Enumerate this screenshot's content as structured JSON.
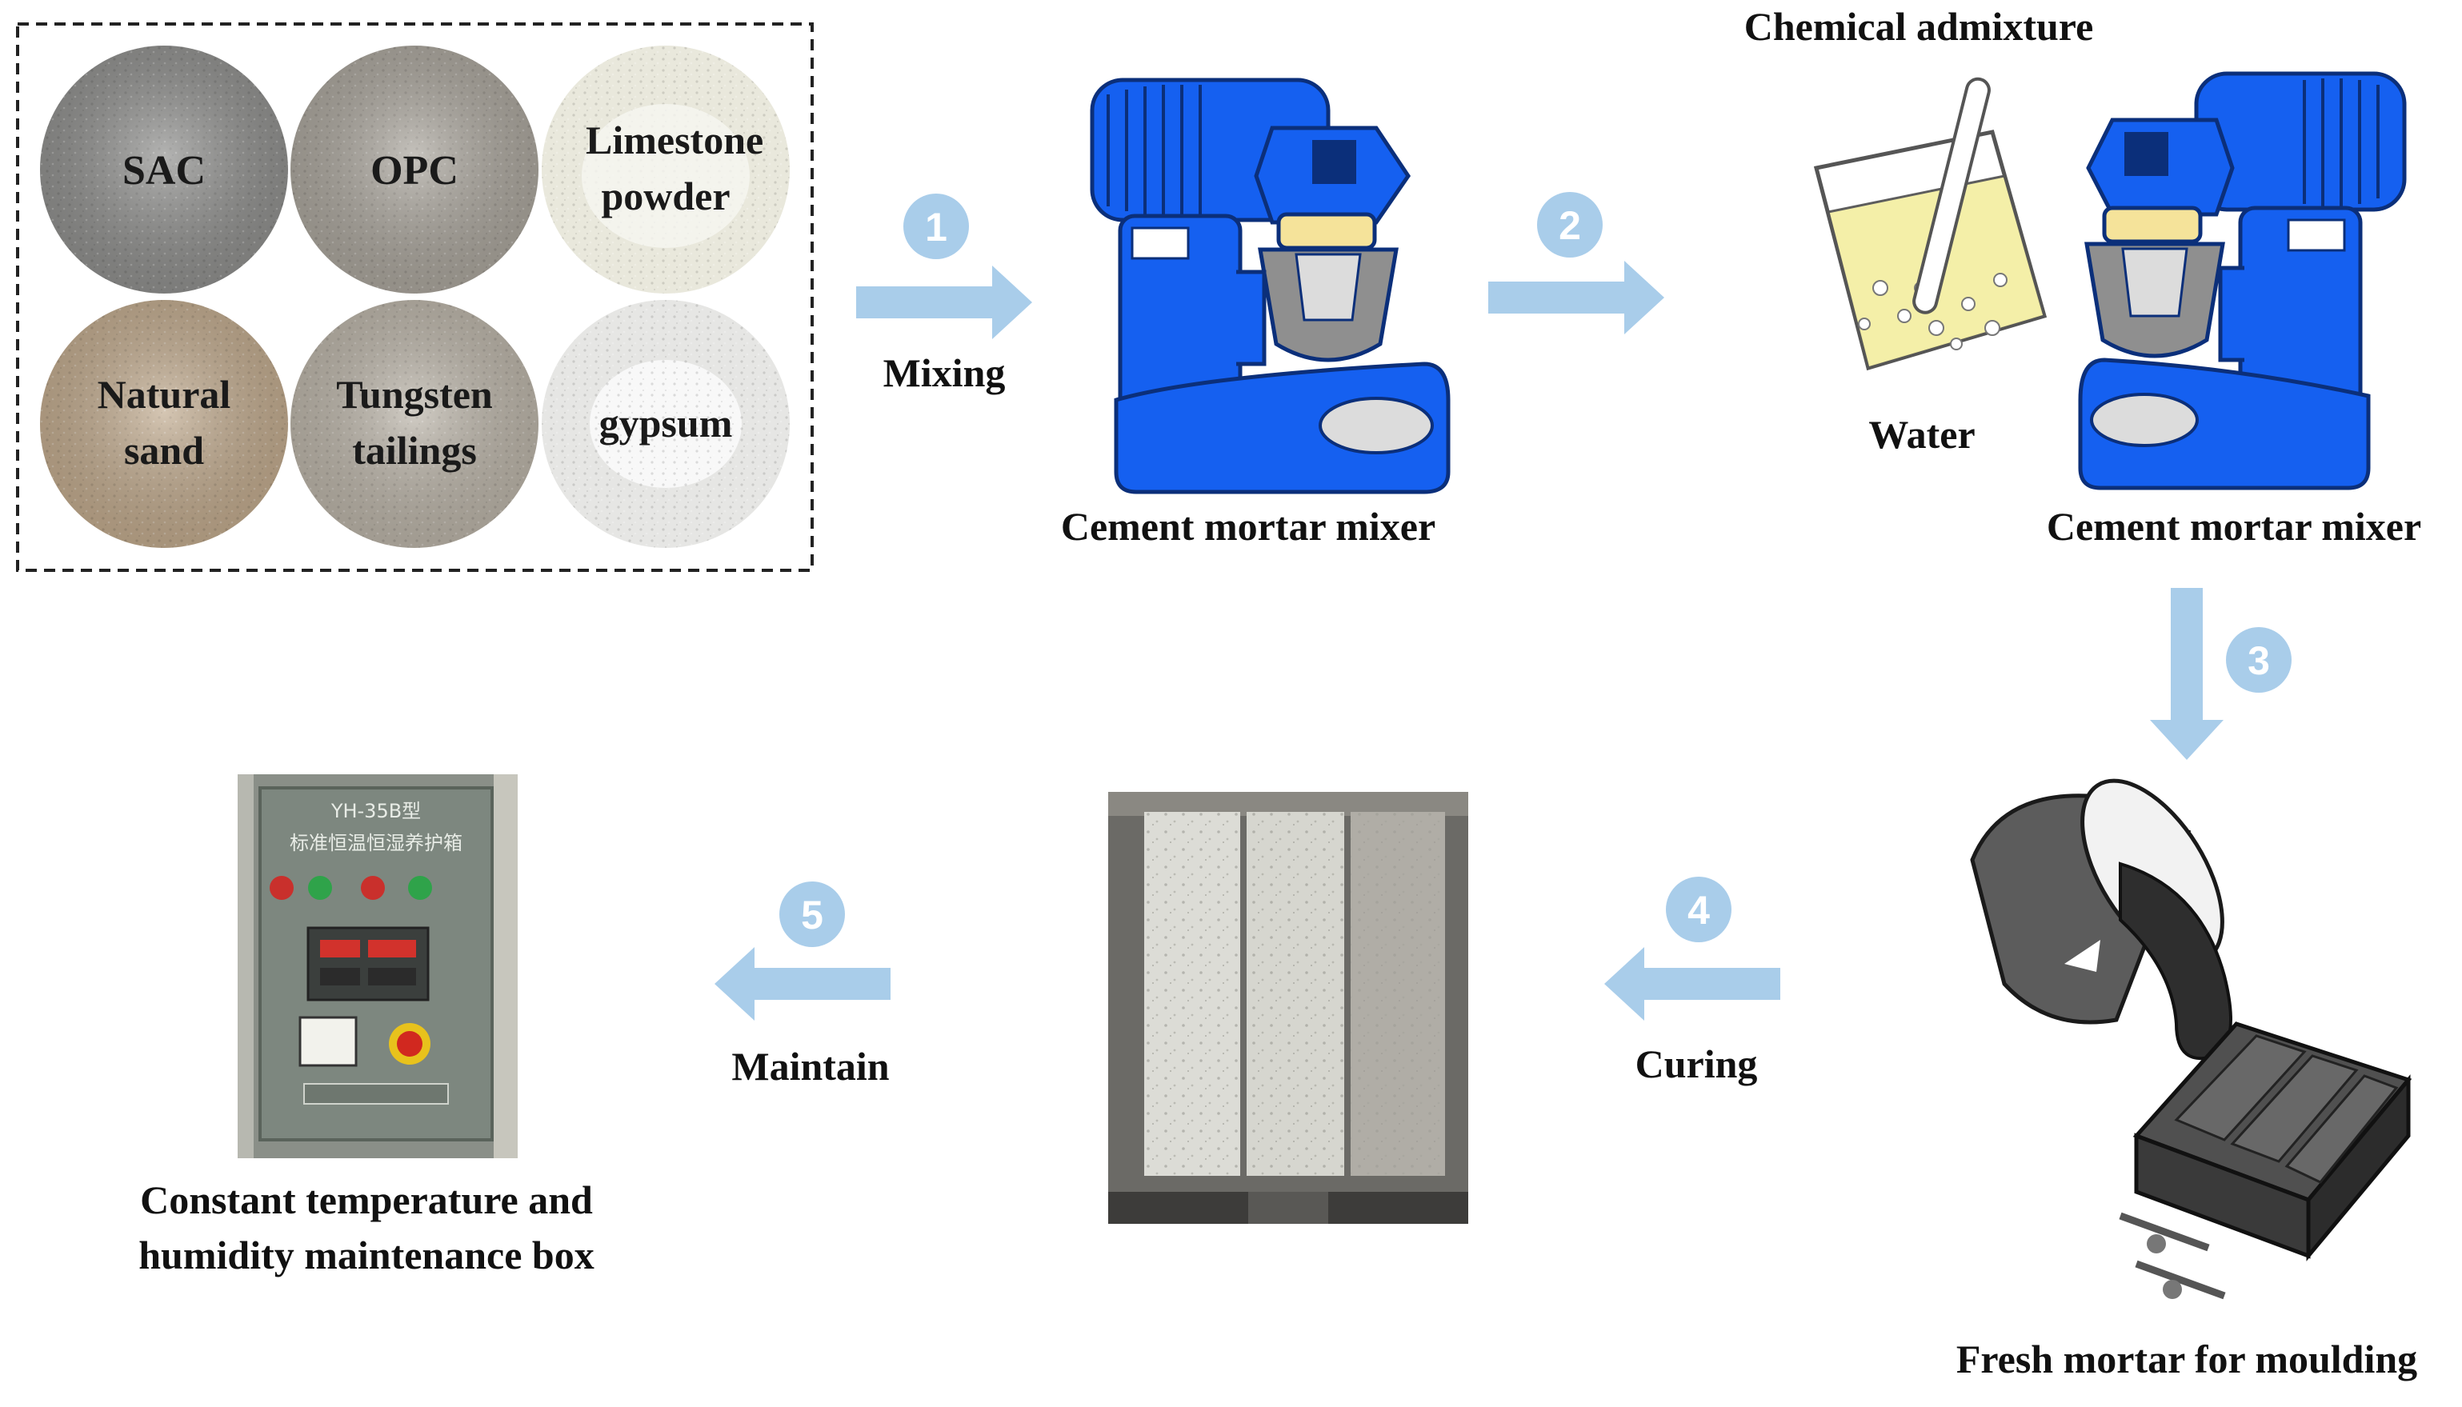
{
  "materials": [
    {
      "label": "SAC",
      "tone": "#8d8d8b"
    },
    {
      "label": "OPC",
      "tone": "#a8a39a"
    },
    {
      "label": "Limestone powder",
      "tone": "#e9e8dc"
    },
    {
      "label": "Natural sand",
      "tone": "#bfa88b"
    },
    {
      "label": "Tungsten tailings",
      "tone": "#b9b2a6"
    },
    {
      "label": "gypsum",
      "tone": "#e6e6e4"
    }
  ],
  "steps": [
    {
      "number": "1",
      "label": "Mixing"
    },
    {
      "number": "2",
      "label": ""
    },
    {
      "number": "3",
      "label": ""
    },
    {
      "number": "4",
      "label": "Curing"
    },
    {
      "number": "5",
      "label": "Maintain"
    }
  ],
  "labels": {
    "mixer_1": "Cement mortar mixer",
    "mixer_2": "Cement mortar mixer",
    "chemical_admixture": "Chemical admixture",
    "water": "Water",
    "fresh_mortar": "Fresh mortar for moulding",
    "box_line_1": "Constant temperature and",
    "box_line_2": "humidity maintenance box"
  },
  "curing_box_panel": {
    "model": "YH-35B型",
    "title": "标准恒温恒湿养护箱"
  },
  "colors": {
    "arrow": "#a9cdea",
    "step_badge": "#a9cdea",
    "mixer_blue": "#1560f0",
    "mixer_dark": "#0b2f7a",
    "mixer_gold": "#f5e39a",
    "mixer_bowl": "#8f8f8f"
  }
}
